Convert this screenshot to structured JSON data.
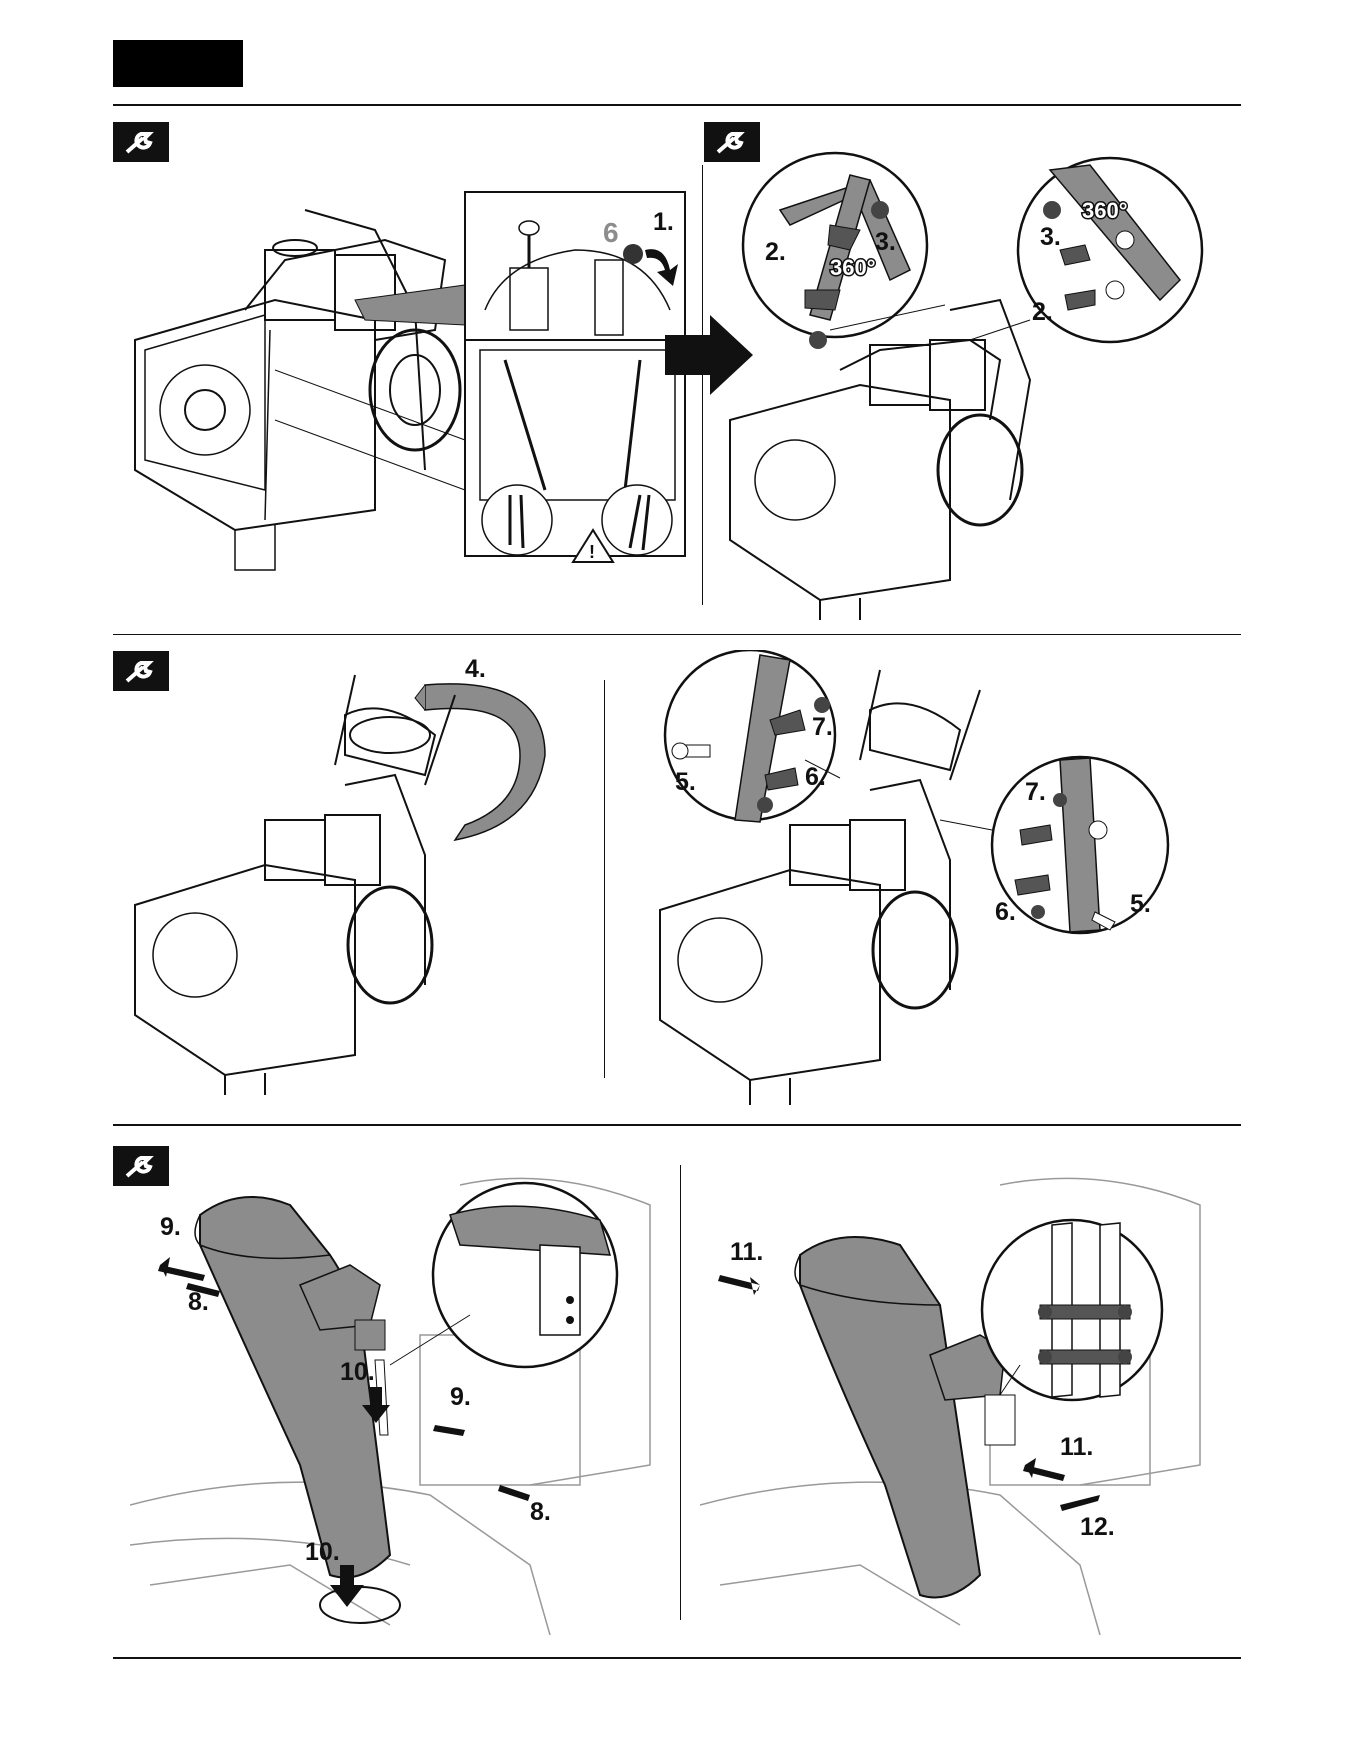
{
  "steps": {
    "s1": "1.",
    "s2a": "2.",
    "s2b": "2.",
    "s3a": "3.",
    "s3b": "3.",
    "deg_a": "360°",
    "deg_b": "360°",
    "gear": "6",
    "s4": "4.",
    "s5a": "5.",
    "s5b": "5.",
    "s6a": "6.",
    "s6b": "6.",
    "s7a": "7.",
    "s7b": "7.",
    "s9a": "9.",
    "s8a": "8.",
    "s10a": "10.",
    "s9b": "9.",
    "s8b": "8.",
    "s10b": "10.",
    "s11a": "11.",
    "s11b": "11.",
    "s12": "12."
  },
  "icons": [
    "wrench-icon",
    "warning-triangle-icon",
    "arrow-right-icon"
  ],
  "colors": {
    "ink": "#111111",
    "panel_gray": "#8c8c8c",
    "light_gray": "#bbbbbb",
    "page": "#ffffff"
  }
}
